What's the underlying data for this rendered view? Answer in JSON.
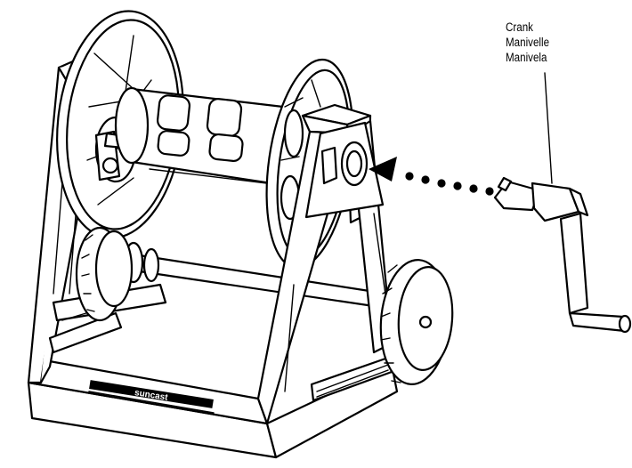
{
  "callout": {
    "lines": [
      "Crank",
      "Manivelle",
      "Manivela"
    ]
  },
  "brand_mark": "suncast",
  "icons": {
    "reel": "hose-reel-cart-drawing",
    "crank": "crank-handle-drawing",
    "arrow": "dotted-insertion-arrow"
  }
}
